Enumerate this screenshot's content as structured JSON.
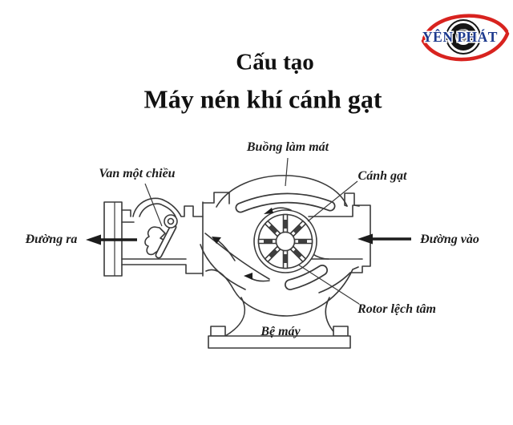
{
  "title": {
    "line1": "Cấu tạo",
    "line2": "Máy nén khí cánh gạt"
  },
  "logo": {
    "brand": "YÊN PHÁT",
    "text_color": "#1d3a8e",
    "eye_color": "#d8231f",
    "ring_color": "#151515",
    "pupil_color": "#8d8d8d"
  },
  "diagram": {
    "subject": "vane air compressor cross-section",
    "labels": {
      "cooling_chamber": "Buồng làm mát",
      "check_valve": "Van một chiều",
      "vane": "Cánh gạt",
      "outlet": "Đường ra",
      "inlet": "Đường vào",
      "eccentric_rotor": "Rotor lệch tâm",
      "base": "Bệ máy"
    },
    "line_color": "#3a3a3a",
    "vane_block_color": "#3f3f3f"
  }
}
